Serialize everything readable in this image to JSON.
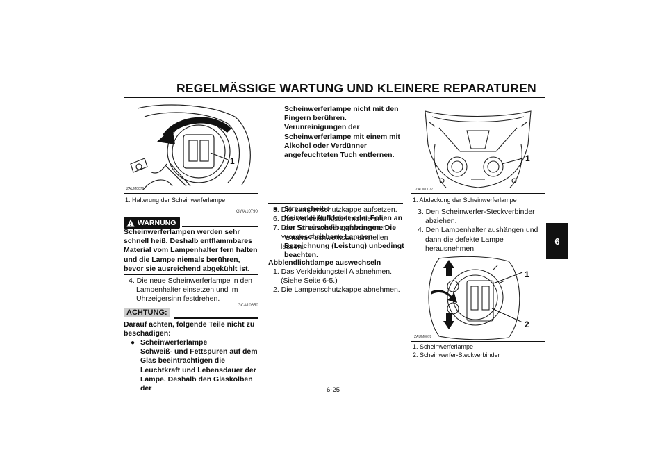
{
  "header": {
    "title": "REGELMÄSSIGE WARTUNG UND KLEINERE REPARATUREN"
  },
  "chapter_tab": "6",
  "figure1": {
    "code": "ZAUM0076",
    "callout": "1",
    "caption": "1. Halterung der Scheinwerferlampe"
  },
  "warning": {
    "code": "GWA10790",
    "label": "WARNUNG",
    "text": "Scheinwerferlampen werden sehr schnell heiß. Deshalb entflammbares Material vom Lampenhalter fern halten und die Lampe niemals berühren, bevor sie ausreichend abgekühlt ist."
  },
  "step4_left": "4. Die neue Scheinwerferlampe in den Lampenhalter einsetzen und im Uhrzeigersinn festdrehen.",
  "caution": {
    "code": "GCA10650",
    "label": "ACHTUNG:",
    "intro": "Darauf achten, folgende Teile nicht zu beschädigen:",
    "bullet1_title": "Scheinwerferlampe",
    "bullet1_text_left": "Schweiß- und Fettspuren auf dem Glas beeinträchtigen die Leuchtkraft und Lebensdauer der Lampe. Deshalb den Glaskolben der",
    "bullet1_text_right": "Scheinwerferlampe nicht mit den Fingern berühren. Verunreinigungen der Scheinwerferlampe mit einem mit Alkohol oder Verdünner angefeuchteten Tuch entfernen.",
    "bullet2_title": "Streuscheibe",
    "bullet2_text": "Keinerlei Aufkleber oder Folien an der Streuscheibe anbringen. Die vorgeschriebene Lampen-Bezeichnung (Leistung) unbedingt beachten."
  },
  "steps_middle": [
    "5. Die Lampenschutzkappe aufsetzen.",
    "6. Das Verkleidungsteil montieren.",
    "7. Den Scheinwerfer ggf. von einer Yamaha-Fachwerkstatt einstellen lassen."
  ],
  "low_beam": {
    "heading": "Abblendlichtlampe auswechseln",
    "steps": [
      "1. Das Verkleidungsteil A abnehmen. (Siehe Seite 6-5.)",
      "2. Die Lampenschutzkappe abnehmen."
    ]
  },
  "figure2": {
    "code": "ZAUM0077",
    "callout": "1",
    "caption": "1. Abdeckung der Scheinwerferlampe"
  },
  "steps_right": [
    "3. Den Scheinwerfer-Steckverbinder abziehen.",
    "4. Den Lampenhalter aushängen und dann die defekte Lampe herausnehmen."
  ],
  "figure3": {
    "code": "ZAUM0078",
    "callout1": "1",
    "callout2": "2",
    "captions": [
      "1. Scheinwerferlampe",
      "2. Scheinwerfer-Steckverbinder"
    ]
  },
  "page_number": "6-25"
}
